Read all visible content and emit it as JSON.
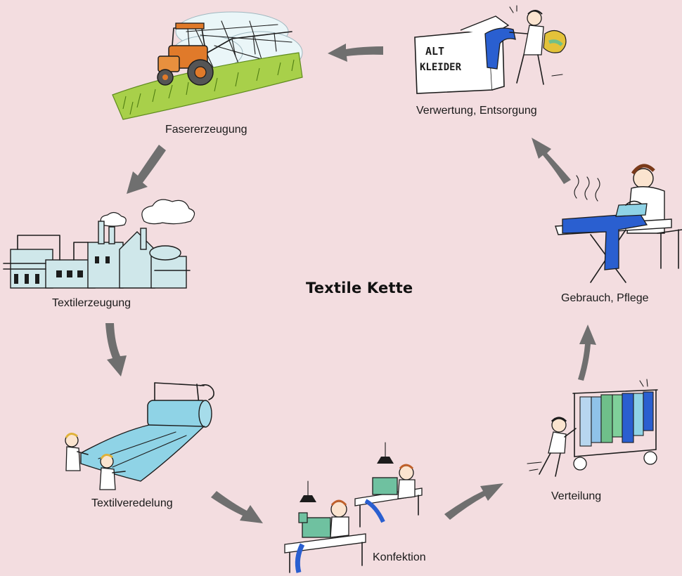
{
  "title": "Textile Kette",
  "colors": {
    "background": "#f3dde0",
    "arrow": "#6f6f6f",
    "fabric_blue": "#8fd3e6",
    "jeans_blue": "#2a5fd0",
    "tractor_orange": "#e07a2a",
    "grass_green": "#9ccc3c"
  },
  "stages": [
    {
      "label": "Fasererzeugung",
      "icon": "tractor-field-icon"
    },
    {
      "label": "Textilerzeugung",
      "icon": "factory-icon"
    },
    {
      "label": "Textilveredelung",
      "icon": "fabric-roll-icon"
    },
    {
      "label": "Konfektion",
      "icon": "sewing-workers-icon"
    },
    {
      "label": "Verteilung",
      "icon": "clothes-rack-icon"
    },
    {
      "label": "Gebrauch, Pflege",
      "icon": "ironing-icon"
    },
    {
      "label": "Verwertung, Entsorgung",
      "icon": "old-clothes-container-icon"
    }
  ],
  "container_text": {
    "line1": "ALT",
    "line2": "KLEIDER"
  }
}
